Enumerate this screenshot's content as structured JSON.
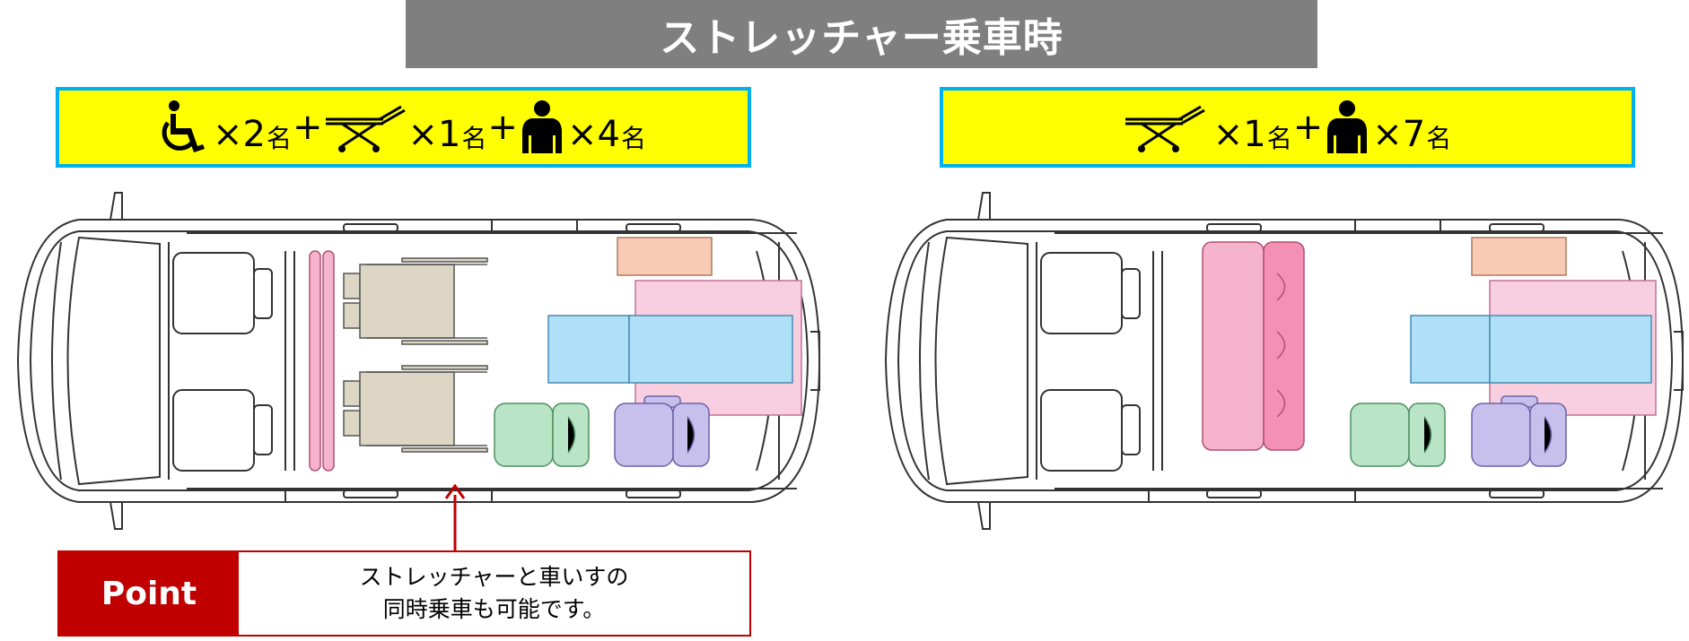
{
  "title": "ストレッチャー乗車時",
  "colors": {
    "banner": "#7f7f7f",
    "config_bg": "#ffff00",
    "config_border": "#00b0f0",
    "point_red": "#c00000",
    "seat_blue": "#aee0f8",
    "seat_pink": "#f6b3cd",
    "seat_green": "#b9e4c5",
    "seat_purple": "#c8c0ec",
    "seat_orange": "#f9cbb4",
    "wheelchair_tan": "#ddd6c4"
  },
  "left_config": {
    "times": "×",
    "plus": "+",
    "wheelchair": {
      "icon": "wheelchair-icon",
      "count": "2",
      "unit": "名"
    },
    "stretcher": {
      "icon": "stretcher-icon",
      "count": "1",
      "unit": "名"
    },
    "person": {
      "icon": "person-icon",
      "count": "4",
      "unit": "名"
    }
  },
  "right_config": {
    "times": "×",
    "plus": "+",
    "stretcher": {
      "icon": "stretcher-icon",
      "count": "1",
      "unit": "名"
    },
    "person": {
      "icon": "person-icon",
      "count": "7",
      "unit": "名"
    }
  },
  "point": {
    "label": "Point",
    "line1": "ストレッチャーと車いすの",
    "line2": "同時乗車も可能です。"
  }
}
